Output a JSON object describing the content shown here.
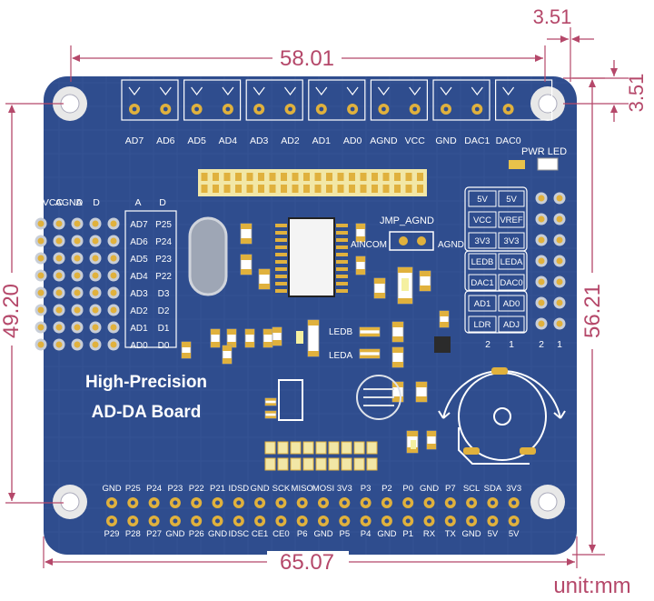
{
  "dimensions": {
    "top_width": "58.01",
    "top_right_offset_x": "3.51",
    "top_right_offset_y": "3.51",
    "left_height": "49.20",
    "right_height": "56.21",
    "bottom_width": "65.07",
    "unit": "unit:mm"
  },
  "board": {
    "title_line1": "High-Precision",
    "title_line2": "AD-DA Board",
    "top_header_labels": [
      "AD7",
      "AD6",
      "AD5",
      "AD4",
      "AD3",
      "AD2",
      "AD1",
      "AD0",
      "AGND",
      "VCC",
      "GND",
      "DAC1",
      "DAC0"
    ],
    "pwr_led": "PWR LED",
    "jumper_label": "JMP_AGND",
    "jumper_left": "AINCOM",
    "jumper_right": "AGND",
    "leds": [
      "LEDB",
      "LEDA"
    ],
    "left_header": {
      "columns": [
        "VCC",
        "AGND",
        "A",
        "D",
        "A",
        "D"
      ],
      "rows": [
        [
          "AD7",
          "P25"
        ],
        [
          "AD6",
          "P24"
        ],
        [
          "AD5",
          "P23"
        ],
        [
          "AD4",
          "P22"
        ],
        [
          "AD3",
          "D3"
        ],
        [
          "AD2",
          "D2"
        ],
        [
          "AD1",
          "D1"
        ],
        [
          "AD0",
          "D0"
        ]
      ]
    },
    "right_jumpers": [
      [
        "5V",
        "5V"
      ],
      [
        "VCC",
        "VREF"
      ],
      [
        "3V3",
        "3V3"
      ],
      [
        "LEDB",
        "LEDA"
      ],
      [
        "DAC1",
        "DAC0"
      ],
      [
        "AD1",
        "AD0"
      ],
      [
        "LDR",
        "ADJ"
      ]
    ],
    "right_numbers": [
      "2",
      "1",
      "2",
      "1"
    ],
    "gpio_top": [
      "GND",
      "P25",
      "P24",
      "P23",
      "P22",
      "P21",
      "IDSD",
      "GND",
      "SCK",
      "MISO",
      "MOSI",
      "3V3",
      "P3",
      "P2",
      "P0",
      "GND",
      "P7",
      "SCL",
      "SDA",
      "3V3"
    ],
    "gpio_bottom": [
      "P29",
      "P28",
      "P27",
      "GND",
      "P26",
      "GND",
      "IDSC",
      "CE1",
      "CE0",
      "P6",
      "GND",
      "P5",
      "P4",
      "GND",
      "P1",
      "RX",
      "TX",
      "GND",
      "5V",
      "5V"
    ]
  }
}
